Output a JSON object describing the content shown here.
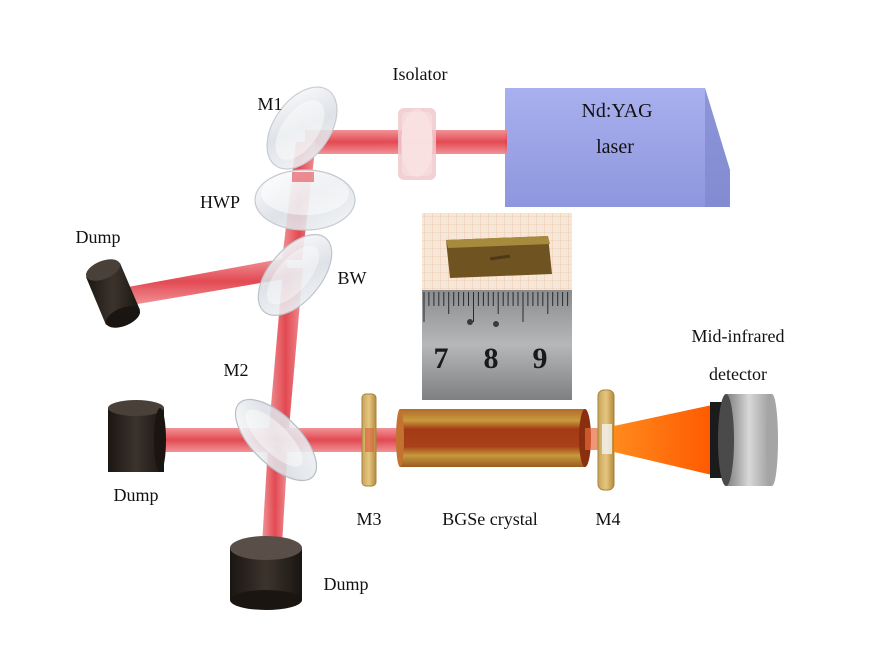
{
  "labels": {
    "isolator": "Isolator",
    "m1": "M1",
    "laser_line1": "Nd:YAG",
    "laser_line2": "laser",
    "hwp": "HWP",
    "dump_top_left": "Dump",
    "bw": "BW",
    "m2": "M2",
    "dump_left": "Dump",
    "m3": "M3",
    "crystal": "BGSe crystal",
    "m4": "M4",
    "detector_line1": "Mid-infrared",
    "detector_line2": "detector",
    "dump_bottom": "Dump"
  },
  "ruler": {
    "numbers": [
      "7",
      "8",
      "9"
    ]
  },
  "colors": {
    "beam": "#e8474f",
    "laser_box": "#9aa3e6",
    "crystal": "#a8501a",
    "crystal_stripe": "#b89a3a",
    "mid_ir_beam": "#ff7a10",
    "dump": "#2b2520",
    "detector": "#b8b8b8"
  }
}
